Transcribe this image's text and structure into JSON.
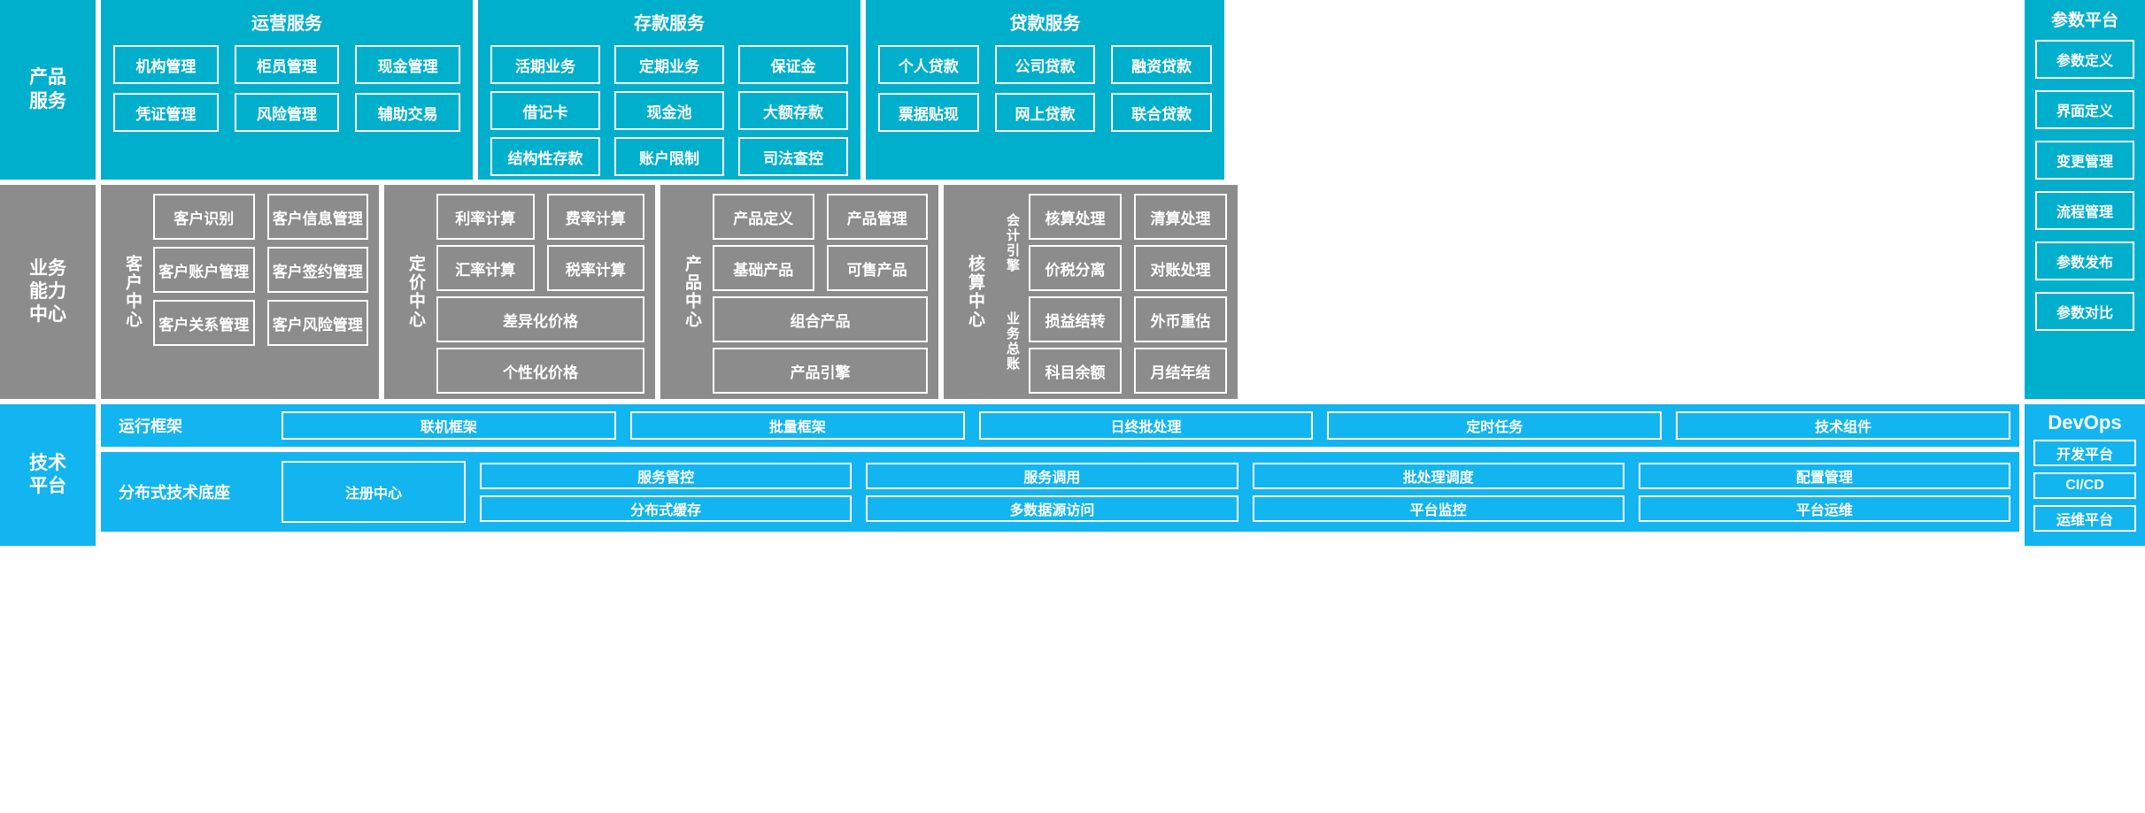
{
  "rows": {
    "product_services": {
      "rail_label": "产品\n服务",
      "groups": [
        {
          "title": "运营服务",
          "tiles": [
            "机构管理",
            "柜员管理",
            "现金管理",
            "凭证管理",
            "风险管理",
            "辅助交易"
          ]
        },
        {
          "title": "存款服务",
          "tiles": [
            "活期业务",
            "定期业务",
            "保证金",
            "借记卡",
            "现金池",
            "大额存款",
            "结构性存款",
            "账户限制",
            "司法查控"
          ]
        },
        {
          "title": "贷款服务",
          "tiles": [
            "个人贷款",
            "公司贷款",
            "融资贷款",
            "票据贴现",
            "网上贷款",
            "联合贷款"
          ]
        }
      ]
    },
    "business_capability": {
      "rail_label": "业务\n能力\n中心",
      "centers": [
        {
          "label": "客户中心",
          "rows": [
            [
              "客户识别",
              "客户信息管理"
            ],
            [
              "客户账户管理",
              "客户签约管理"
            ],
            [
              "客户关系管理",
              "客户风险管理"
            ]
          ]
        },
        {
          "label": "定价中心",
          "rows": [
            [
              "利率计算",
              "费率计算"
            ],
            [
              "汇率计算",
              "税率计算"
            ],
            [
              "差异化价格"
            ],
            [
              "个性化价格"
            ]
          ]
        },
        {
          "label": "产品中心",
          "rows": [
            [
              "产品定义",
              "产品管理"
            ],
            [
              "基础产品",
              "可售产品"
            ],
            [
              "组合产品"
            ],
            [
              "产品引擎"
            ]
          ]
        },
        {
          "label": "核算中心",
          "sub_labels": [
            "会计引擎",
            "业务总账"
          ],
          "rows": [
            [
              "核算处理",
              "清算处理"
            ],
            [
              "价税分离",
              "对账处理"
            ],
            [
              "损益结转",
              "外币重估"
            ],
            [
              "科目余额",
              "月结年结"
            ]
          ]
        }
      ]
    },
    "technical_platform": {
      "rail_label": "技术\n平台",
      "bands": [
        {
          "name": "运行框架",
          "tiles": [
            "联机框架",
            "批量框架",
            "日终批处理",
            "定时任务",
            "技术组件"
          ]
        },
        {
          "name": "分布式技术底座",
          "primary": "注册中心",
          "columns": [
            [
              "服务管控",
              "分布式缓存"
            ],
            [
              "服务调用",
              "多数据源访问"
            ],
            [
              "批处理调度",
              "平台监控"
            ],
            [
              "配置管理",
              "平台运维"
            ]
          ]
        }
      ]
    }
  },
  "side_panels": {
    "parameter_platform": {
      "title": "参数平台",
      "items": [
        "参数定义",
        "界面定义",
        "变更管理",
        "流程管理",
        "参数发布",
        "参数对比"
      ]
    },
    "devops": {
      "title": "DevOps",
      "items": [
        "开发平台",
        "CI/CD",
        "运维平台"
      ]
    }
  },
  "colors": {
    "cyan": "#00AFCC",
    "grey": "#8C8C8C",
    "bright_blue": "#12B5F0",
    "tile_border": "#FFFFFF",
    "text": "#FFFFFF"
  }
}
